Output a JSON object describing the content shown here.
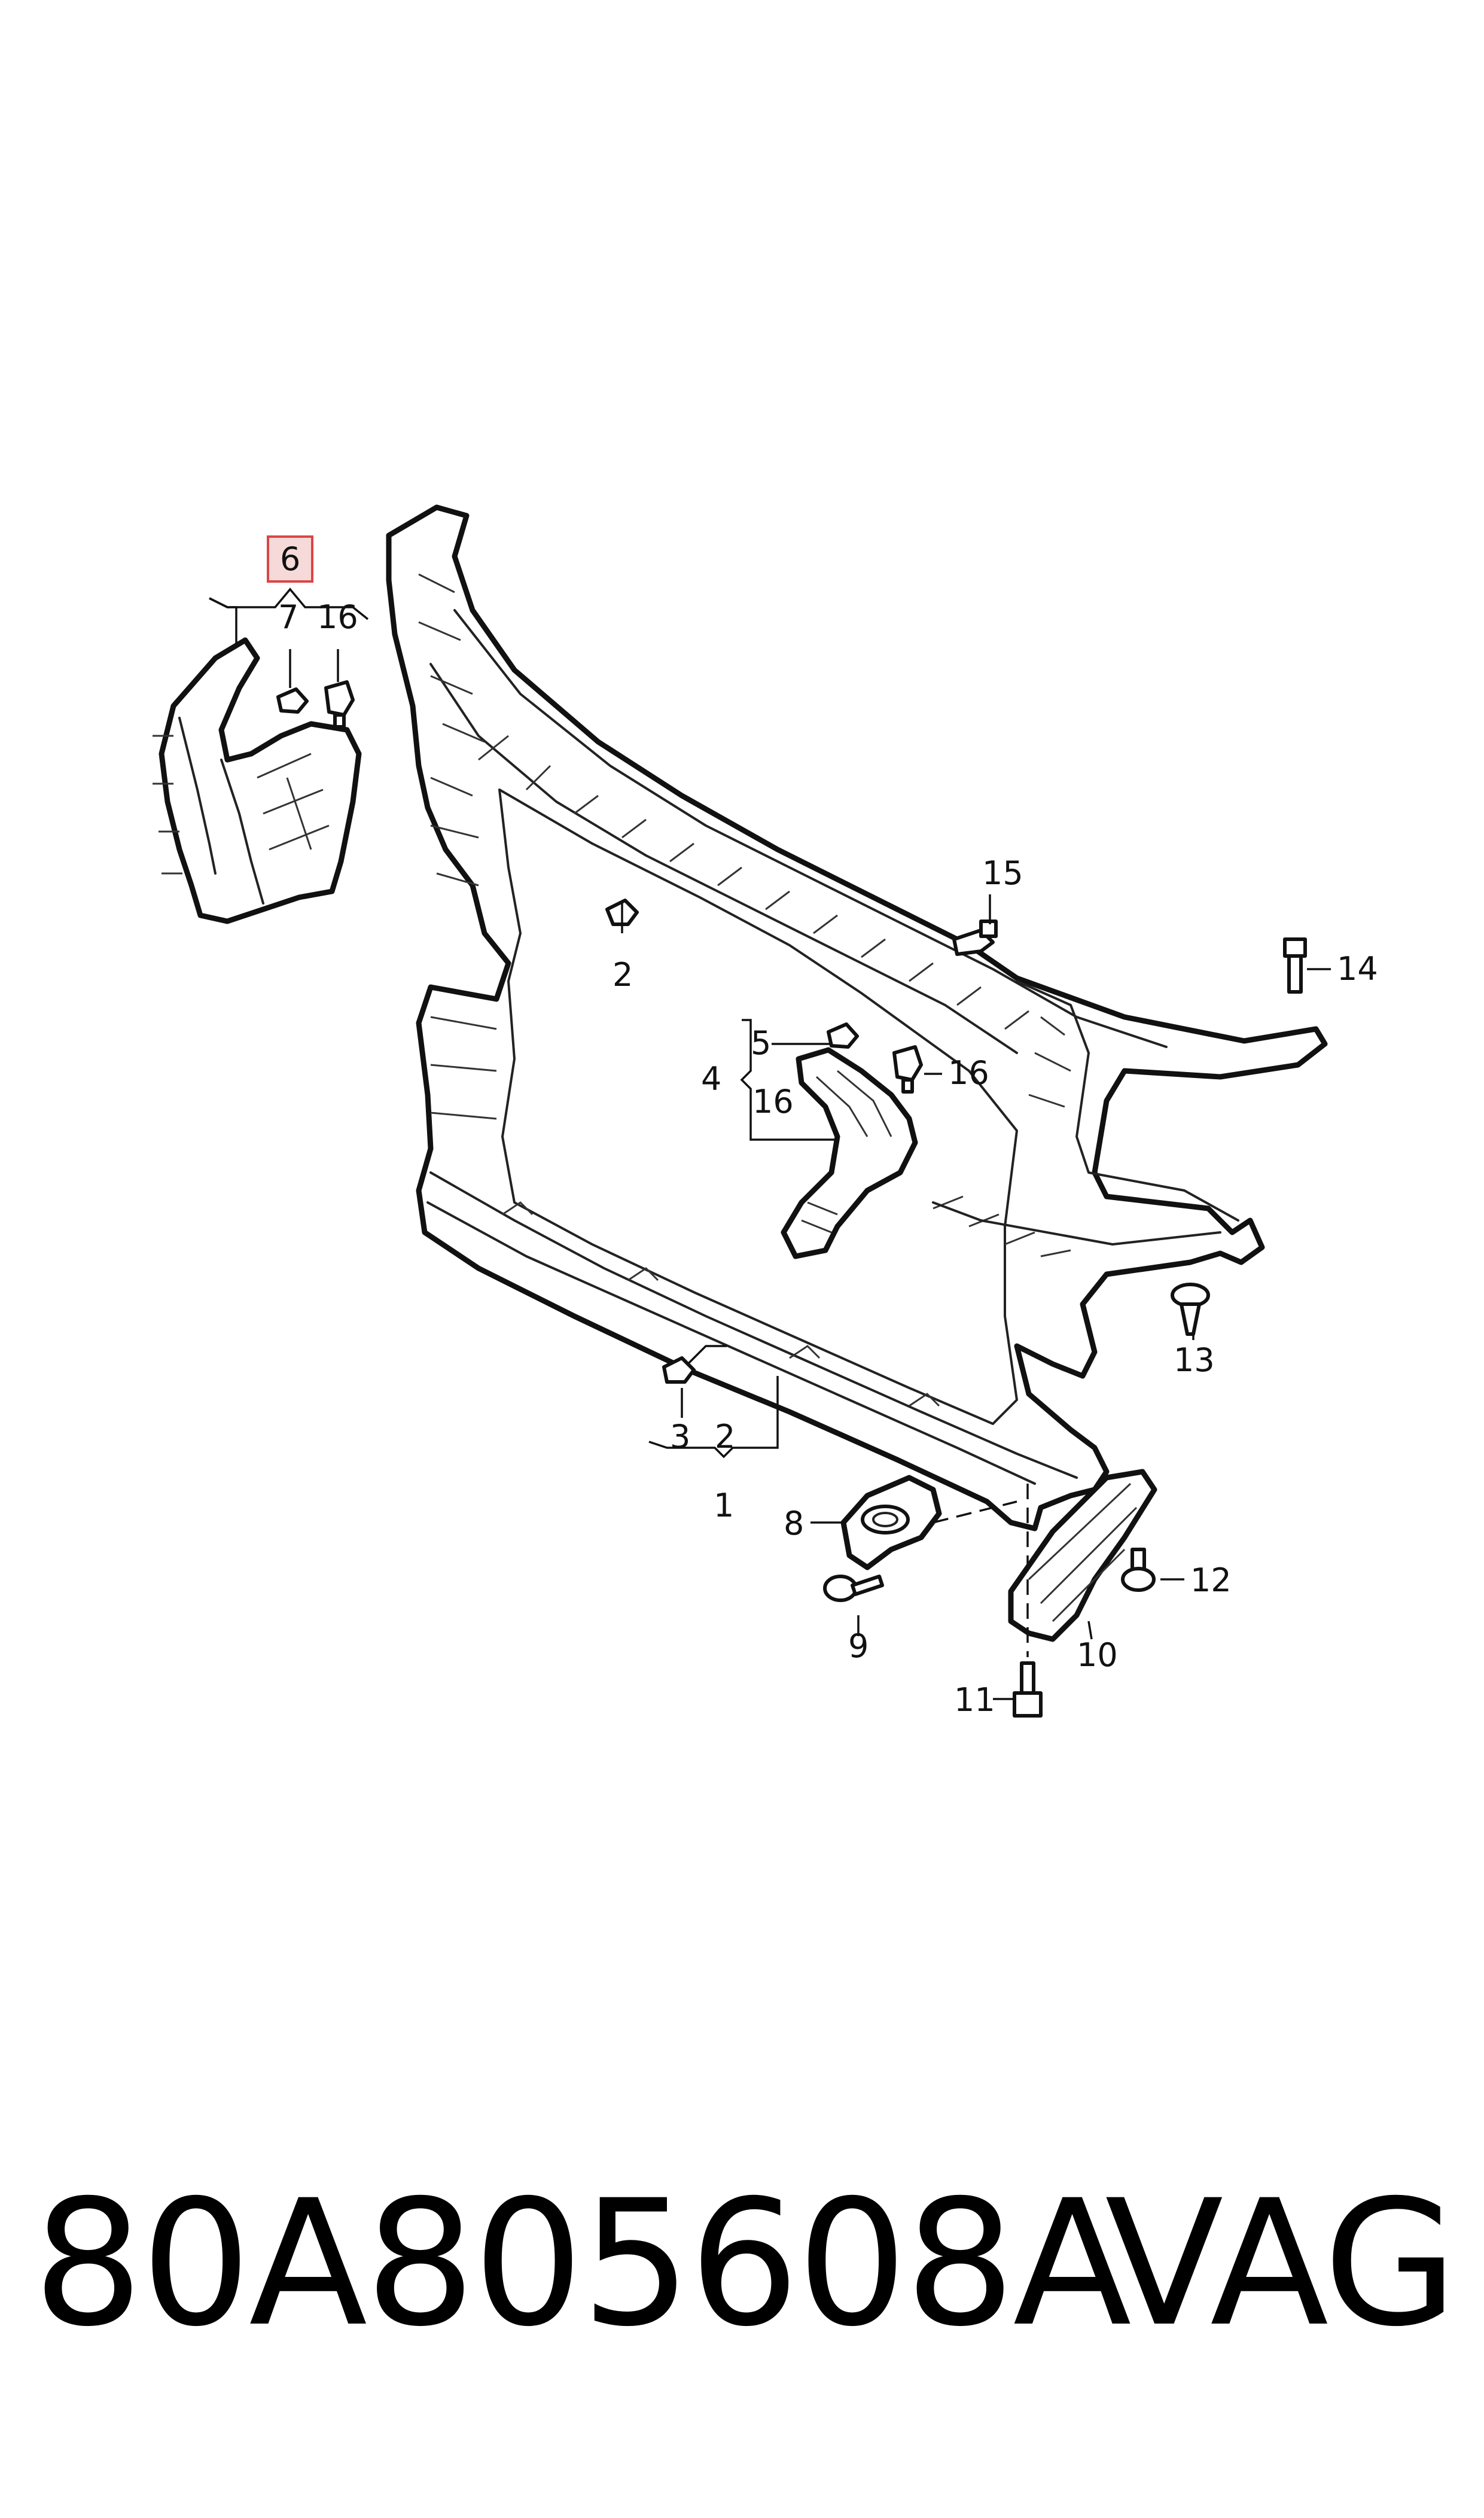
{
  "diagram": {
    "callouts": {
      "c1": "1",
      "c2a": "2",
      "c2b": "2",
      "c3": "3",
      "c4": "4",
      "c5": "5",
      "c6": "6",
      "c7": "7",
      "c8": "8",
      "c9": "9",
      "c10": "10",
      "c11": "11",
      "c12": "12",
      "c13": "13",
      "c14": "14",
      "c15": "15",
      "c16a": "16",
      "c16b": "16",
      "c16c": "16"
    },
    "highlight_color": "#f6dada"
  },
  "footer": {
    "part_number": "80A805608A",
    "brand": "VAG"
  }
}
